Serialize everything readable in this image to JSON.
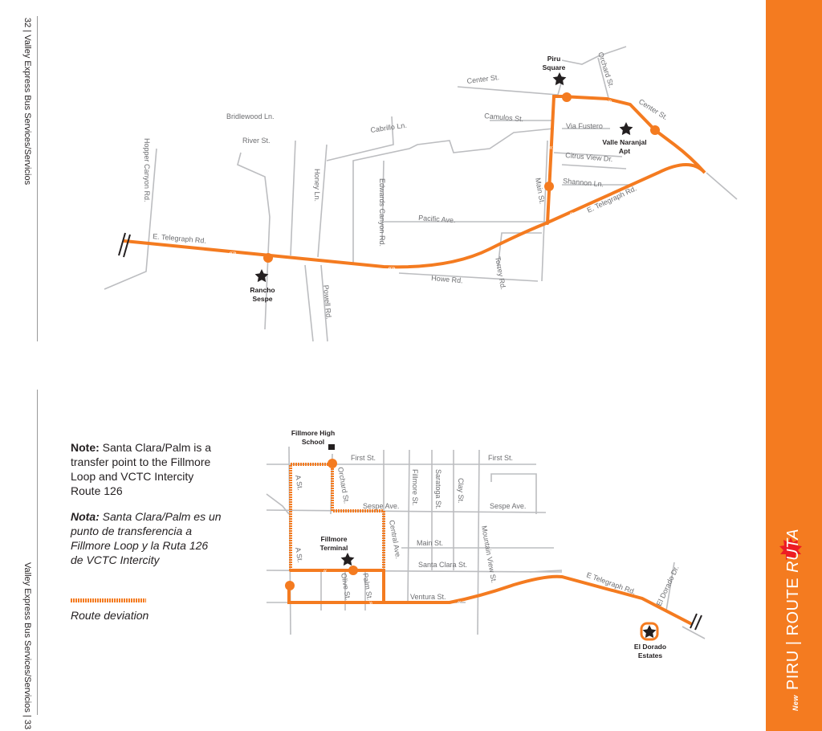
{
  "page": {
    "top_running_head": "32 | Valley Express Bus Services/Servicios",
    "bottom_running_head": "Valley Express Bus Services/Servicios | 33",
    "side_title_new": "New",
    "side_title_main": "PIRU | ROUTE ",
    "side_title_italic": "RUTA"
  },
  "colors": {
    "route": "#f47b20",
    "street": "#bcbdc0",
    "sidebar": "#f47b20"
  },
  "map_top": {
    "streets": [
      "Bridlewood Ln.",
      "River St.",
      "Hopper Canyon Rd.",
      "Honey Ln.",
      "Cabrillo Ln.",
      "Edwards Canyon Rd.",
      "Camulos St.",
      "Center St.",
      "Orchard St.",
      "Via Fustero",
      "Citrus View Dr.",
      "Shannon Ln.",
      "Main St.",
      "Pacific Ave.",
      "E. Telegraph Rd.",
      "Howe Rd.",
      "Torrey Rd.",
      "Powell Rd."
    ],
    "places": {
      "piru_square_1": "Piru",
      "piru_square_2": "Square",
      "valle_1": "Valle Naranjal",
      "valle_2": "Apt",
      "rancho_1": "Rancho",
      "rancho_2": "Sespe"
    }
  },
  "map_bottom": {
    "streets": [
      "First St.",
      "A St.",
      "Orchard St.",
      "Sespe Ave.",
      "Fillmore St.",
      "Saratoga St.",
      "Clay St.",
      "Central Ave.",
      "Main St.",
      "Mountain View St.",
      "Santa Clara St.",
      "Olive St.",
      "Palm St.",
      "Ventura St.",
      "E Telegraph Rd.",
      "El Dorado Dr."
    ],
    "places": {
      "high_school_1": "Fillmore High",
      "high_school_2": "School",
      "terminal_1": "Fillmore",
      "terminal_2": "Terminal",
      "el_dorado_1": "El Dorado",
      "el_dorado_2": "Estates"
    }
  },
  "note": {
    "en_bold": "Note:",
    "en_text": " Santa Clara/Palm is a transfer point to the Fillmore Loop and VCTC Intercity Route 126",
    "es_bold": "Nota:",
    "es_text": " Santa Clara/Palm es un punto de transferencia a Fillmore Loop y la Ruta 126 de VCTC Intercity"
  },
  "legend": {
    "route_deviation": "Route deviation"
  }
}
